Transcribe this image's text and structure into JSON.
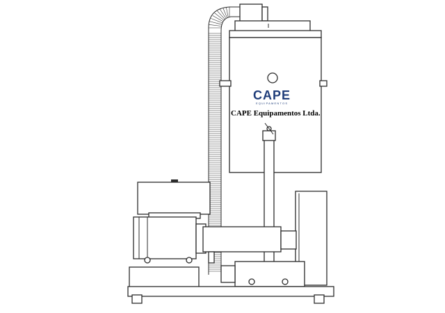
{
  "logo": {
    "text": "CAPE",
    "subtext": "EQUIPAMENTOS",
    "color_primary": "#1f3d7a",
    "color_accent": "#d9262c"
  },
  "label": {
    "company": "CAPE Equipamentos Ltda."
  }
}
